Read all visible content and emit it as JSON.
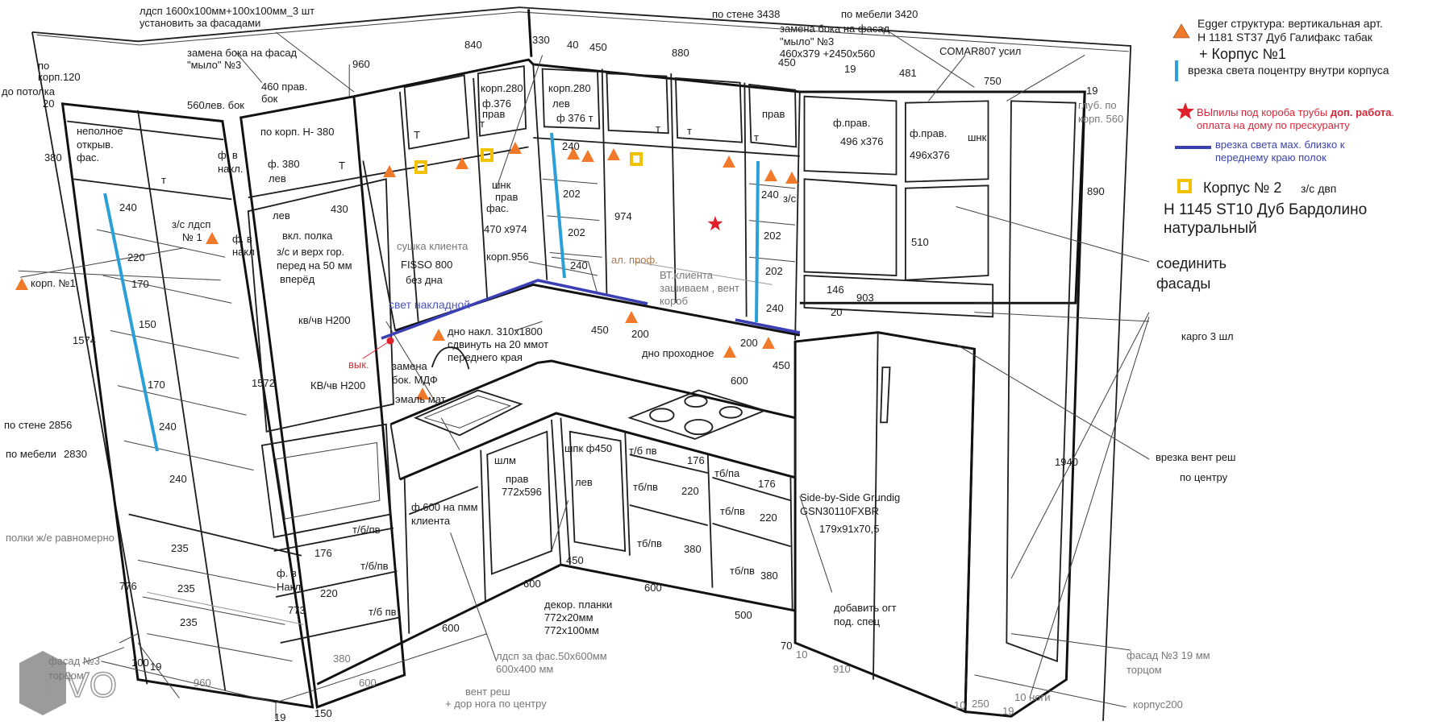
{
  "colors": {
    "triangle": "#F07A2A",
    "light_blue": "#2B9FD8",
    "star": "#E0202A",
    "dark_blue": "#3A3FB5",
    "yellow": "#F2C200"
  },
  "logo": {
    "text": "EVO"
  },
  "legend": {
    "korpus1_line1": "Egger структура: вертикальная арт.",
    "korpus1_line2": "Н 1181 ST37 Дуб Галифакс табак",
    "korpus1_line3": "+ Корпус №1",
    "light_center": "врезка света поцентру внутри корпуса",
    "cutouts_line1": "ВЫпилы под короба трубы ",
    "cutouts_bold": "доп. работа",
    "cutouts_dot": ".",
    "cutouts_line2": "оплата на дому по прескуранту",
    "light_front_line1": "врезка света мах. близко к",
    "light_front_line2": "переднему краю полок",
    "korpus2_title": "Корпус № 2",
    "korpus2_back": "з/с двп",
    "korpus2_line2": "Н 1145 ST10 Дуб Бардолино",
    "korpus2_line3": "натуральный"
  },
  "labels": {
    "top": [
      "лдсп 1600x100мм+100x100мм_3 шт",
      "установить за фасадами",
      "по стене 3438",
      "по мебели 3420",
      "замена бока на фасад",
      "\"мыло\" №3",
      "замена бока на фасад",
      "\"мыло\" №3",
      "460x379 +2450x560",
      "COMAR807 усил"
    ],
    "upper": [
      "по",
      "корп.120",
      "до потолка",
      "20",
      "960",
      "460 прав.",
      "бок",
      "560лев. бок",
      "неполное",
      "открыв.",
      "фас.",
      "380",
      "т",
      "ф. в",
      "накл.",
      "по корп. Н- 380",
      "ф. 380",
      "лев",
      "Т",
      "840",
      "330",
      "40",
      "450",
      "880",
      "450",
      "корп.280",
      "ф.376",
      "прав",
      "т",
      "Т",
      "корп.280",
      "лев",
      "ф 376 т",
      "т",
      "т",
      "т",
      "прав",
      "19",
      "481",
      "750",
      "19",
      "глуб. по",
      "корп. 560",
      "ф.прав.",
      "496 x376",
      "ф.прав.",
      "шнк",
      "496x376",
      "890"
    ],
    "middle": [
      "240",
      "240",
      "з/с",
      "202",
      "202",
      "240",
      "974",
      "202",
      "202",
      "240",
      "шнк",
      "прав",
      "фас.",
      "470 x974",
      "корп.956",
      "сушка клиента",
      "FISSO 800",
      "без дна",
      "свет накладной",
      "ал. проф.",
      "ВТ.клиента",
      "зашиваем , вент",
      "короб",
      "дно накл. 310x1800",
      "сдвинуть на 20 ммот",
      "переднего края",
      "450",
      "200",
      "дно проходное",
      "200",
      "450",
      "600",
      "510",
      "146",
      "903",
      "20"
    ],
    "left": [
      "240",
      "з/с лдсп",
      "№ 1",
      "ф. в",
      "накл",
      "430",
      "лев",
      "вкл. полка",
      "з/с и верх гор.",
      "перед на 50 мм",
      "вперёд",
      "220",
      "корп. №1",
      "170",
      "150",
      "1574",
      "170",
      "1572",
      "кв/чв Н200",
      "КВ/чв Н200",
      "вык.",
      "замена",
      "бок.  МДФ",
      "эмаль мат"
    ],
    "left_bottom": [
      "по стене 2856",
      "по мебели",
      "2830",
      "240",
      "240",
      "полки ж/е равномерно",
      "235",
      "235",
      "235",
      "776",
      "ф. в",
      "Накл",
      "773",
      "т/б/пв",
      "176",
      "т/б/пв",
      "220",
      "т/б пв",
      "380",
      "фасад №3",
      "торцом",
      "100",
      "19",
      "960",
      "600",
      "19",
      "150"
    ],
    "bottom": [
      "шлм",
      "прав",
      "772x596",
      "ф.600 на пмм",
      "клиента",
      "шпк ф450",
      "лев",
      "т/б пв",
      "176",
      "тб/пв",
      "220",
      "тб/па",
      "176",
      "тб/пв",
      "220",
      "тб/пв",
      "380",
      "тб/пв",
      "380",
      "450",
      "600",
      "600",
      "500",
      "600",
      "декор. планки",
      "772x20мм",
      "772x100мм",
      "лдсп за фас.50x600мм",
      "600x400 мм",
      "вент реш",
      "+ дор нога по центру"
    ],
    "right": [
      "Side-by-Side Grundig",
      "GSN30110FXBR",
      "179x91x70,5",
      "добавить огт",
      "под. спец",
      "70",
      "10",
      "910",
      "10",
      "250",
      "19",
      "10 ноги",
      "1940",
      "фасад №3 19 мм",
      "торцом",
      "корпус200",
      "карго 3 шл",
      "врезка  вент реш",
      "по центру",
      "соединить",
      "фасады"
    ]
  }
}
